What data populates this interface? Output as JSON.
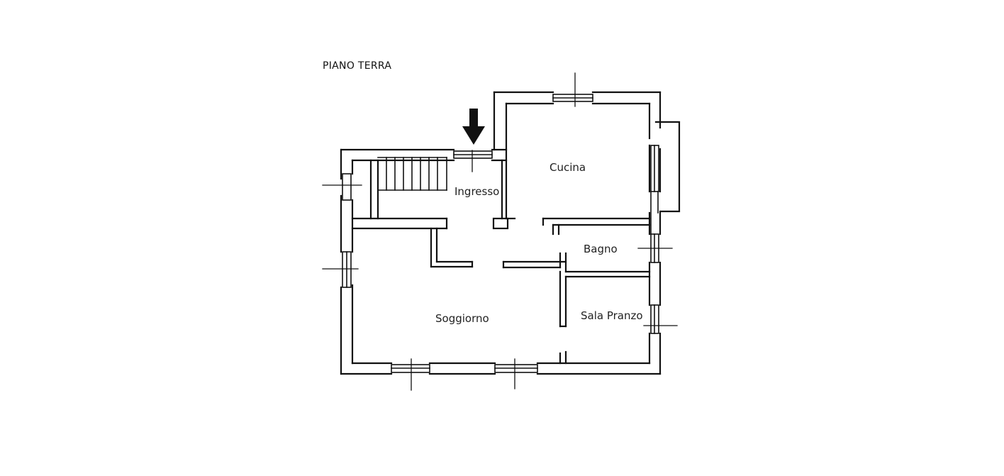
{
  "floor_title": "PIANO TERRA",
  "rooms": {
    "ingresso": "Ingresso",
    "cucina": "Cucina",
    "bagno": "Bagno",
    "soggiorno": "Soggiorno",
    "sala_pranzo": "Sala Pranzo"
  },
  "colors": {
    "wall": "#111111",
    "background": "#ffffff"
  }
}
